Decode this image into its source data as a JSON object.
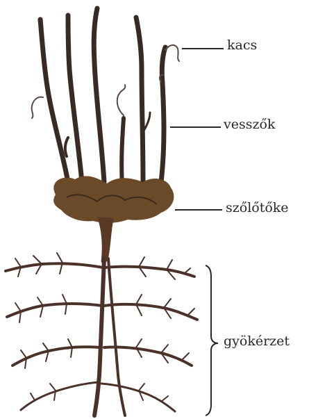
{
  "labels": {
    "kacs": "kacs",
    "vesszok": "vesszők",
    "szolotoke": "szőlőtőke",
    "gyokerzet": "gyökérzet"
  },
  "colors": {
    "cane": "#3a2a24",
    "stock": "#6b4a2a",
    "root": "#4a3228",
    "leader_line": "#2a2624"
  }
}
